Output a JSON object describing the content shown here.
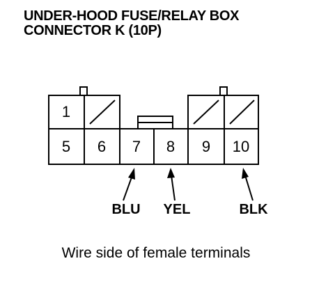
{
  "title": {
    "line1": "UNDER-HOOD FUSE/RELAY BOX",
    "line2": "CONNECTOR K (10P)"
  },
  "connector": {
    "top_row": [
      "1",
      "",
      "",
      "",
      "",
      ""
    ],
    "top_row_blocked": [
      false,
      true,
      false,
      false,
      true,
      true
    ],
    "bottom_row": [
      "5",
      "6",
      "7",
      "8",
      "9",
      "10"
    ]
  },
  "wires": [
    {
      "terminal": "7",
      "color": "BLU"
    },
    {
      "terminal": "8",
      "color": "YEL"
    },
    {
      "terminal": "10",
      "color": "BLK"
    }
  ],
  "caption": "Wire side of female terminals"
}
